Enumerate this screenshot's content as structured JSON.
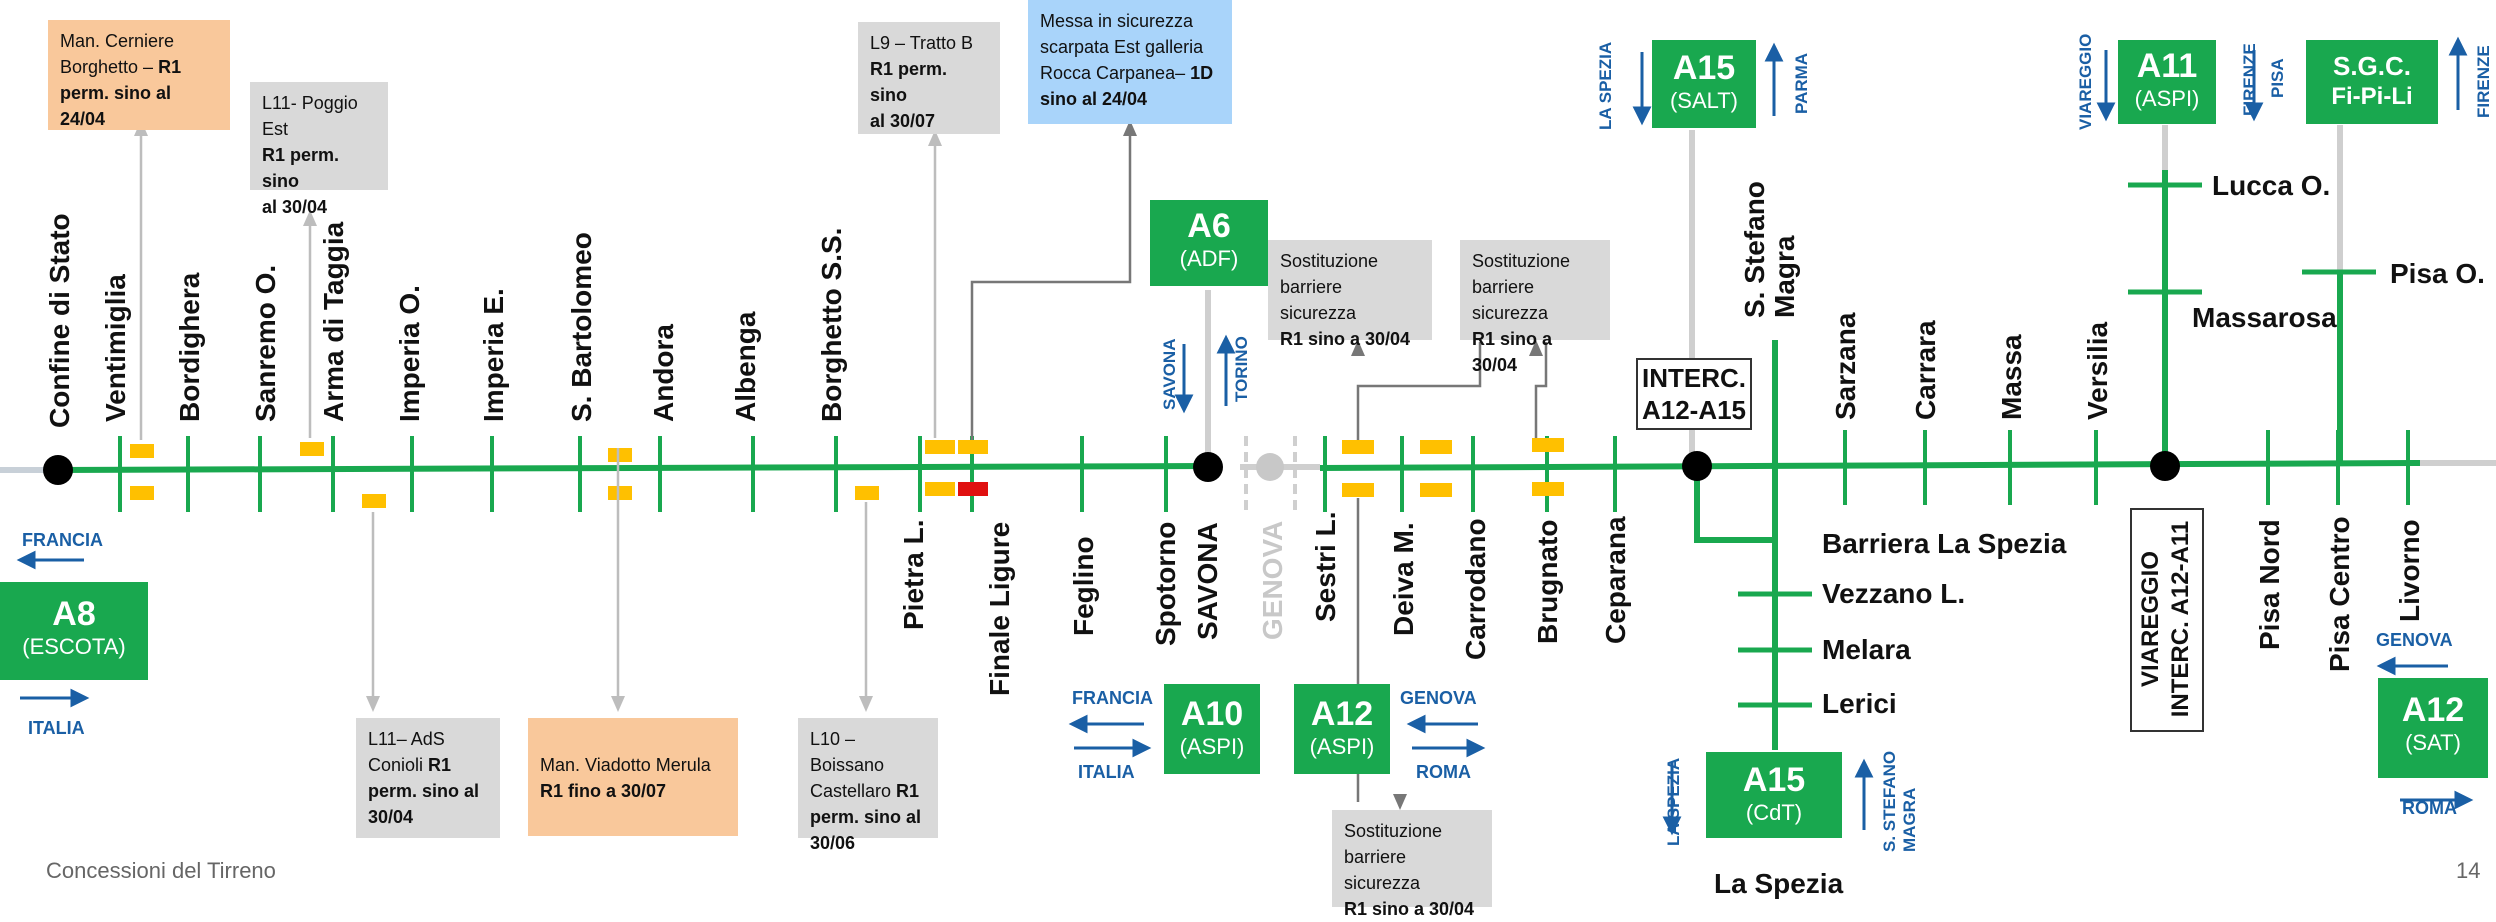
{
  "colors": {
    "route": "#19a84f",
    "grey_route": "#cfcfcf",
    "marker": "#ffc000",
    "marker_alert": "#e01010",
    "box_grey": "#d9d9d9",
    "box_orange": "#f9c89b",
    "box_blue": "#a9d4fa",
    "direction": "#1a5fa5",
    "check": "#5cc46e"
  },
  "stations_top": [
    "Confine di Stato",
    "Ventimiglia",
    "Bordighera",
    "Sanremo O.",
    "Arma di Taggia",
    "Imperia O.",
    "Imperia E.",
    "S. Bartolomeo",
    "Andora",
    "Albenga",
    "Borghetto S.S.",
    "S. Stefano Magra",
    "Sarzana",
    "Carrara",
    "Massa",
    "Versilia"
  ],
  "stations_bottom": [
    "Pietra L.",
    "Finale Ligure",
    "Feglino",
    "Spotorno",
    "SAVONA",
    "GENOVA",
    "Sestri L.",
    "Deiva M.",
    "Carrodano",
    "Brugnato",
    "Ceparana",
    "Pisa Nord",
    "Pisa Centro",
    "Livorno"
  ],
  "branch_a15": [
    "Barriera La Spezia",
    "Vezzano L.",
    "Melara",
    "Lerici",
    "La Spezia"
  ],
  "branch_a11": [
    "Lucca O.",
    "Massarosa"
  ],
  "branch_sgc": [
    "Pisa O."
  ],
  "interchanges": {
    "a12_a15": [
      "INTERC.",
      "A12-A15"
    ],
    "viareggio": [
      "VIAREGGIO",
      "INTERC. A12-A11"
    ]
  },
  "shields": {
    "a8": {
      "code": "A8",
      "op": "(ESCOTA)"
    },
    "a6": {
      "code": "A6",
      "op": "(ADF)"
    },
    "a10": {
      "code": "A10",
      "op": "(ASPI)"
    },
    "a12_aspi": {
      "code": "A12",
      "op": "(ASPI)"
    },
    "a15_salt": {
      "code": "A15",
      "op": "(SALT)"
    },
    "a15_cdt": {
      "code": "A15",
      "op": "(CdT)"
    },
    "a11": {
      "code": "A11",
      "op": "(ASPI)"
    },
    "sgc": {
      "code": "S.G.C.",
      "op": "Fi-Pi-Li"
    },
    "a12_sat": {
      "code": "A12",
      "op": "(SAT)"
    }
  },
  "directions": {
    "francia": "FRANCIA",
    "italia": "ITALIA",
    "savona": "SAVONA",
    "torino": "TORINO",
    "genova": "GENOVA",
    "roma": "ROMA",
    "la_spezia": "LA SPEZIA",
    "parma": "PARMA",
    "viareggio": "VIAREGGIO",
    "firenze": "FIRENZE",
    "pisa": "PISA",
    "s_stefano_magra": "S. STEFANO MAGRA"
  },
  "notes": {
    "n1": [
      "Man. Cerniere",
      "Borghetto – ",
      "R1",
      "perm. sino al 24/04"
    ],
    "n2": [
      "L11- Poggio Est",
      "R1 perm. sino",
      "al 30/04"
    ],
    "n3": [
      "L9 – Tratto B",
      "R1 perm. sino",
      "al 30/07"
    ],
    "n4": [
      "Messa in sicurezza",
      "scarpata Est galleria",
      "Rocca Carpanea– ",
      "1D",
      "sino al 24/04"
    ],
    "n5": [
      "Sostituzione",
      "barriere sicurezza",
      "R1 sino a 30/04"
    ],
    "n6": [
      "Sostituzione",
      "barriere sicurezza",
      "R1 sino a 30/04"
    ],
    "n7": [
      "L11– AdS",
      "Conioli ",
      "R1",
      "perm. sino al",
      "30/04"
    ],
    "n8": [
      "Man. Viadotto Merula",
      "R1 fino a 30/07"
    ],
    "n9": [
      "L10 – Boissano",
      "Castellaro ",
      "R1",
      "perm. sino al",
      "30/06"
    ],
    "n10": [
      "Sostituzione",
      "barriere sicurezza",
      "R1 sino a 30/04"
    ]
  },
  "footer": {
    "company": "Concessioni del Tirreno",
    "page": "14"
  }
}
